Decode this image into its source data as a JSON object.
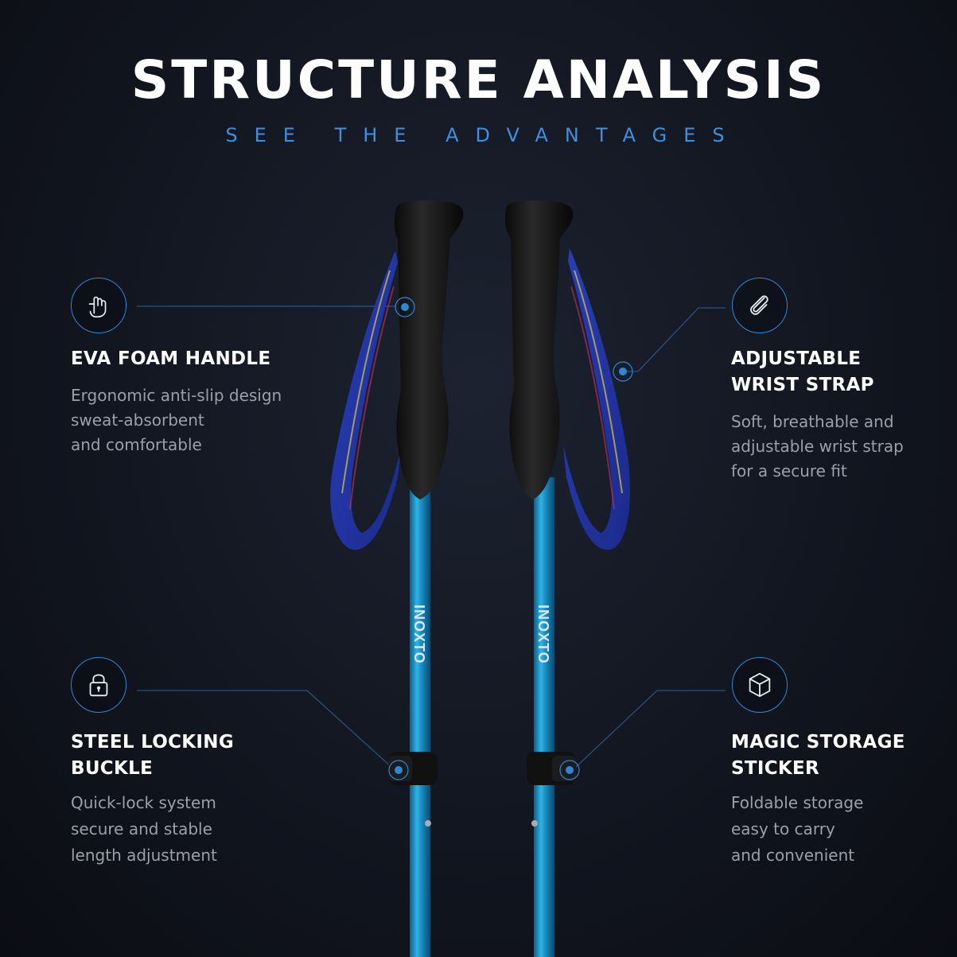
{
  "header": {
    "title": "STRUCTURE ANALYSIS",
    "subtitle": "SEE THE ADVANTAGES"
  },
  "brand": {
    "pole_label": "INOXTO"
  },
  "colors": {
    "accent": "#2f86d6",
    "shaft": "#1a8fc4",
    "grip": "#111111",
    "strap": "#2438a8"
  },
  "features": [
    {
      "icon": "hand-grip-icon",
      "title": "EVA FOAM HANDLE",
      "lines": [
        "Ergonomic anti-slip design",
        "sweat-absorbent",
        "and comfortable"
      ]
    },
    {
      "icon": "paperclip-icon",
      "title_lines": [
        "ADJUSTABLE",
        "WRIST STRAP"
      ],
      "lines": [
        "Soft, breathable and",
        "adjustable wrist strap",
        "for a secure fit"
      ]
    },
    {
      "icon": "lock-icon",
      "title_lines": [
        "STEEL LOCKING",
        "BUCKLE"
      ],
      "lines": [
        "Quick-lock system",
        "secure and stable",
        "length adjustment"
      ]
    },
    {
      "icon": "cube-icon",
      "title_lines": [
        "MAGIC STORAGE",
        "STICKER"
      ],
      "lines": [
        "Foldable storage",
        "easy to carry",
        "and convenient"
      ]
    }
  ]
}
